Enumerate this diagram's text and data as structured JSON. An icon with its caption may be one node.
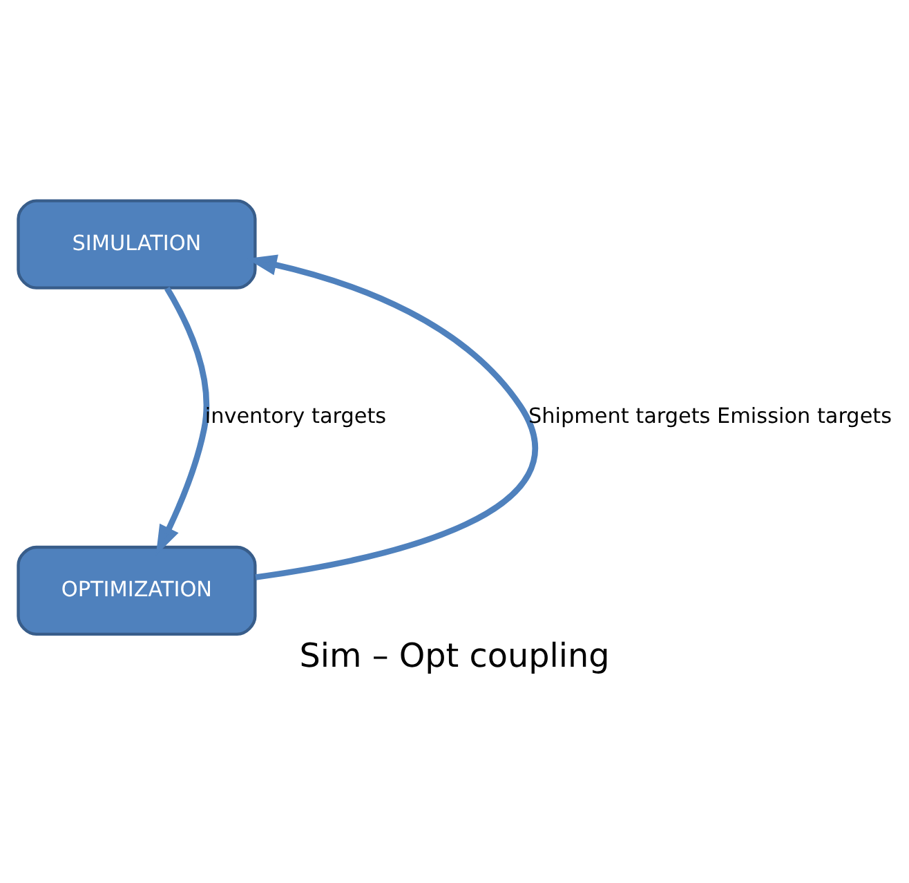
{
  "diagram": {
    "caption": "Sim – Opt coupling",
    "nodes": [
      {
        "text": [
          "SIMULATION"
        ]
      },
      {
        "text": [
          "OPTIMIZATION"
        ]
      }
    ],
    "edges": [
      {
        "from": 1,
        "to": 0,
        "arrow": "to",
        "label": "Shipment targets Emission targets"
      },
      {
        "from": 0,
        "to": 1,
        "arrow": "to",
        "label": "inventory targets"
      }
    ]
  }
}
